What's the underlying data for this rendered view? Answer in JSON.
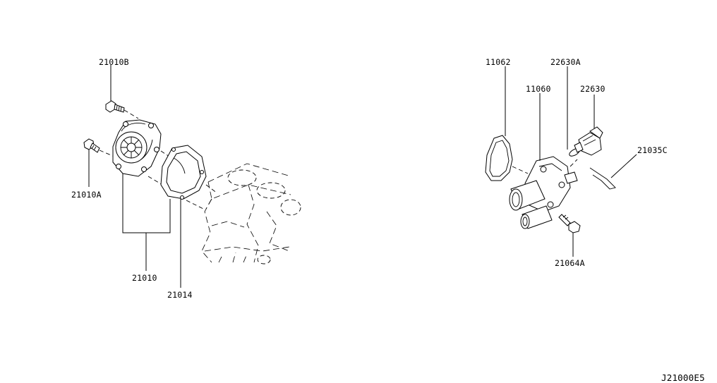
{
  "diagram_code": "J21000E5",
  "parts": [
    {
      "id": "p_21010B",
      "label": "21010B",
      "desc": "bolt"
    },
    {
      "id": "p_21010A",
      "label": "21010A",
      "desc": "bolt"
    },
    {
      "id": "p_21010",
      "label": "21010",
      "desc": "water-pump"
    },
    {
      "id": "p_21014",
      "label": "21014",
      "desc": "water-pump-gasket"
    },
    {
      "id": "p_11062",
      "label": "11062",
      "desc": "gasket"
    },
    {
      "id": "p_22630A",
      "label": "22630A",
      "desc": "o-ring"
    },
    {
      "id": "p_11060",
      "label": "11060",
      "desc": "water-outlet-housing"
    },
    {
      "id": "p_22630",
      "label": "22630",
      "desc": "temperature-sensor"
    },
    {
      "id": "p_21035C",
      "label": "21035C",
      "desc": "clip"
    },
    {
      "id": "p_21064A",
      "label": "21064A",
      "desc": "bolt"
    }
  ]
}
